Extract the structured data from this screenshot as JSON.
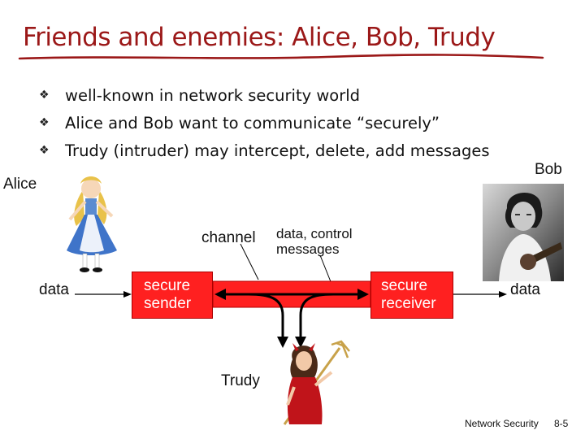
{
  "slide": {
    "title": "Friends and enemies: Alice, Bob, Trudy",
    "bullets": [
      "well-known in network security world",
      "Alice and Bob want to communicate “securely”",
      "Trudy (intruder) may intercept, delete, add messages"
    ],
    "bullet_icon": "diamond-bullet-icon"
  },
  "diagram": {
    "alice_label": "Alice",
    "bob_label": "Bob",
    "trudy_label": "Trudy",
    "channel_label": "channel",
    "channel_note_line1": "data, control",
    "channel_note_line2": "messages",
    "data_left": "data",
    "data_right": "data",
    "sender_line1": "secure",
    "sender_line2": "sender",
    "receiver_line1": "secure",
    "receiver_line2": "receiver",
    "channel_color": "#ff2020",
    "title_color": "#9b1818"
  },
  "footer": {
    "course": "Network Security",
    "page": "8-5"
  }
}
